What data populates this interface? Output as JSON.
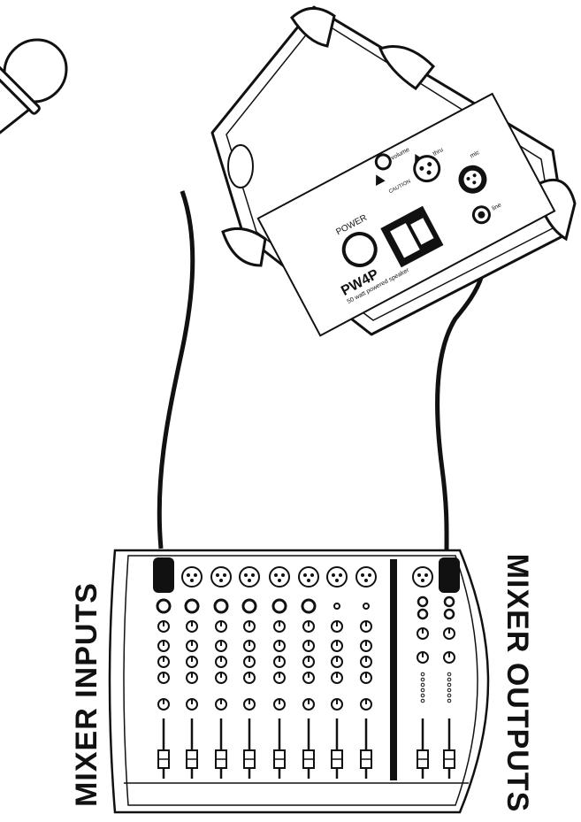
{
  "labels": {
    "mixer_inputs": "MIXER INPUTS",
    "mixer_outputs": "MIXER OUTPUTS"
  },
  "speaker": {
    "model": "PW4P",
    "subtitle": "50 watt powered speaker",
    "power_label": "POWER",
    "volume_label": "volume",
    "thru_label": "thru",
    "mic_label": "mic",
    "line_label": "line",
    "warning_text": "CAUTION"
  },
  "mixer": {
    "input_channel_count": 8,
    "output_channel_count": 2
  },
  "colors": {
    "line": "#111111",
    "background": "#ffffff"
  }
}
